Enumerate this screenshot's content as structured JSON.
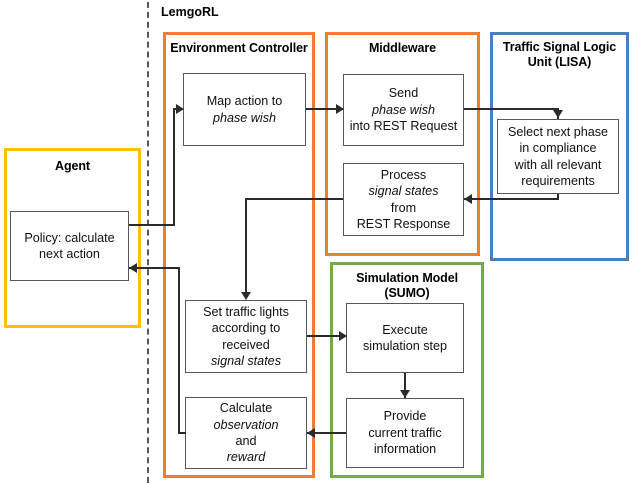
{
  "diagram": {
    "boundary_label": "LemgoRL",
    "groups": [
      {
        "id": "agent",
        "title": "Agent",
        "color": "#FFC000"
      },
      {
        "id": "environment_controller",
        "title": "Environment Controller",
        "color": "#ED7D31"
      },
      {
        "id": "middleware",
        "title": "Middleware",
        "color": "#ED7D31"
      },
      {
        "id": "lisa",
        "title_line1": "Traffic Signal",
        "title_line2": "Logic Unit (LISA)",
        "color": "#4A7EBB"
      },
      {
        "id": "simulation_model",
        "title_line1": "Simulation Model",
        "title_line2": "(SUMO)",
        "color": "#70AD47"
      }
    ],
    "boxes": {
      "policy": {
        "line1": "Policy: calculate",
        "line2": "next action"
      },
      "map_action": {
        "line1": "Map action to",
        "line2_italic": "phase wish"
      },
      "set_lights": {
        "line1": "Set traffic lights",
        "line2": "according to",
        "line3": "received",
        "line4_italic": "signal states"
      },
      "calculate": {
        "line1": "Calculate",
        "line2_italic": "observation",
        "line2_tail": " and",
        "line3_italic": "reward"
      },
      "send": {
        "line1": "Send",
        "line2_italic": "phase wish",
        "line3": "into REST Request"
      },
      "process": {
        "line1": "Process",
        "line2_italic": "signal states",
        "line2_tail": " from",
        "line3": "REST Response"
      },
      "select": {
        "line1": "Select next phase",
        "line2": "in compliance",
        "line3": "with all relevant",
        "line4": "requirements"
      },
      "execute": {
        "line1": "Execute",
        "line2": "simulation step"
      },
      "provide": {
        "line1": "Provide",
        "line2": "current traffic",
        "line3": "information"
      }
    },
    "connections": [
      {
        "from": "policy",
        "to": "map_action"
      },
      {
        "from": "map_action",
        "to": "send"
      },
      {
        "from": "send",
        "to": "select"
      },
      {
        "from": "select",
        "to": "process"
      },
      {
        "from": "process",
        "to": "set_lights"
      },
      {
        "from": "set_lights",
        "to": "execute"
      },
      {
        "from": "execute",
        "to": "provide"
      },
      {
        "from": "provide",
        "to": "calculate"
      },
      {
        "from": "calculate",
        "to": "policy"
      }
    ]
  }
}
